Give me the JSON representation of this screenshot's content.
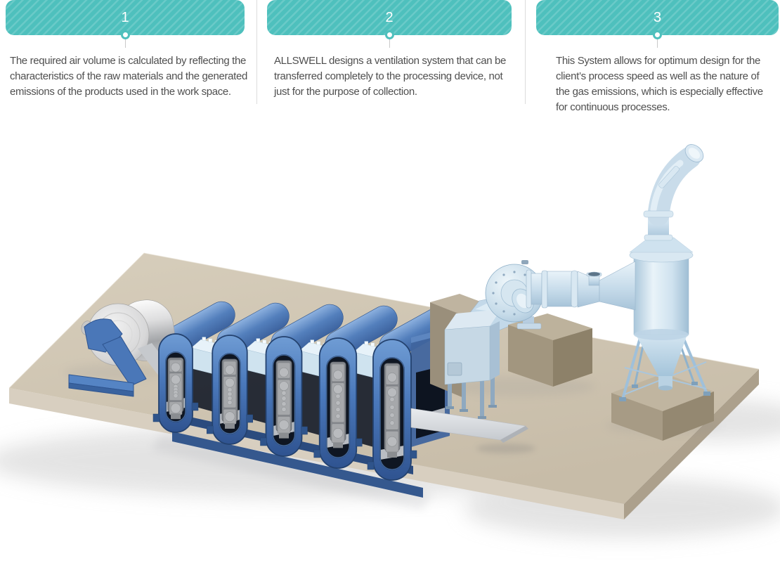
{
  "steps": [
    {
      "number": "1",
      "description": "The required air volume is calculated by reflecting the characteristics of the raw materials and the generated emissions of the products used in the work space."
    },
    {
      "number": "2",
      "description": "ALLSWELL designs a ventilation system that can be transferred completely to the processing device, not just for the purpose of collection."
    },
    {
      "number": "3",
      "description": "This System allows for optimum design for the client’s process speed as well as the nature of the gas emissions, which is especially effective for continuous processes."
    }
  ],
  "theme": {
    "accent": "#4ec0bd",
    "divider_color": "#dcdcdc",
    "step_text_color": "#4f4f4f"
  },
  "illustration": {
    "description": "3D rendering of a continuous-process ventilation line: unwind roll on a blue stand, five enclosed process chambers, web sheet, collection hood, connecting duct, centrifugal fan and cyclone dust collector with exhaust stack on a beige platform",
    "process_units": 5,
    "parts": [
      "unwind-roll",
      "roll-stand",
      "process-chamber",
      "web-sheet",
      "collection-hood",
      "connecting-duct",
      "centrifugal-fan",
      "fan-pedestal",
      "cyclone-dust-collector",
      "exhaust-stack",
      "platform"
    ]
  }
}
